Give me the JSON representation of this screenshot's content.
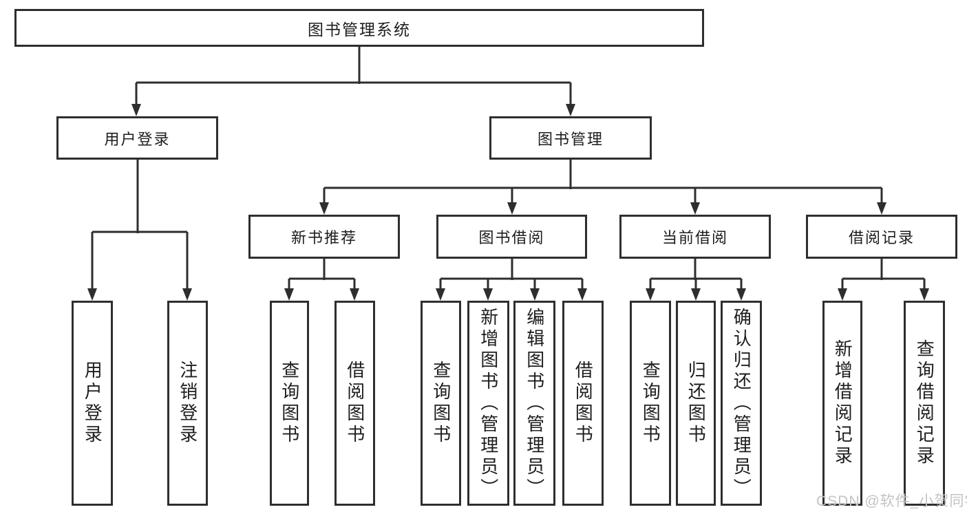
{
  "diagram": {
    "root": {
      "label": "图书管理系统"
    },
    "level2": [
      {
        "label": "用户登录"
      },
      {
        "label": "图书管理"
      }
    ],
    "level3": [
      {
        "label": "新书推荐"
      },
      {
        "label": "图书借阅"
      },
      {
        "label": "当前借阅"
      },
      {
        "label": "借阅记录"
      }
    ],
    "leaves": {
      "user_login": [
        {
          "label": "用户登录"
        },
        {
          "label": "注销登录"
        }
      ],
      "new_book": [
        {
          "label": "查询图书"
        },
        {
          "label": "借阅图书"
        }
      ],
      "book_borrow": [
        {
          "label": "查询图书"
        },
        {
          "label": "新增图书（管理员）"
        },
        {
          "label": "编辑图书（管理员）"
        },
        {
          "label": "借阅图书"
        }
      ],
      "current_borrow": [
        {
          "label": "查询图书"
        },
        {
          "label": "归还图书"
        },
        {
          "label": "确认归还（管理员）"
        }
      ],
      "borrow_records": [
        {
          "label": "新增借阅记录"
        },
        {
          "label": "查询借阅记录"
        }
      ]
    }
  },
  "watermark": {
    "text": "CSDN @软件_小贺同学",
    "color": "#c3c3c3"
  },
  "colors": {
    "line": "#2e2e2e",
    "background": "#ffffff",
    "text": "#1d1d1d"
  }
}
